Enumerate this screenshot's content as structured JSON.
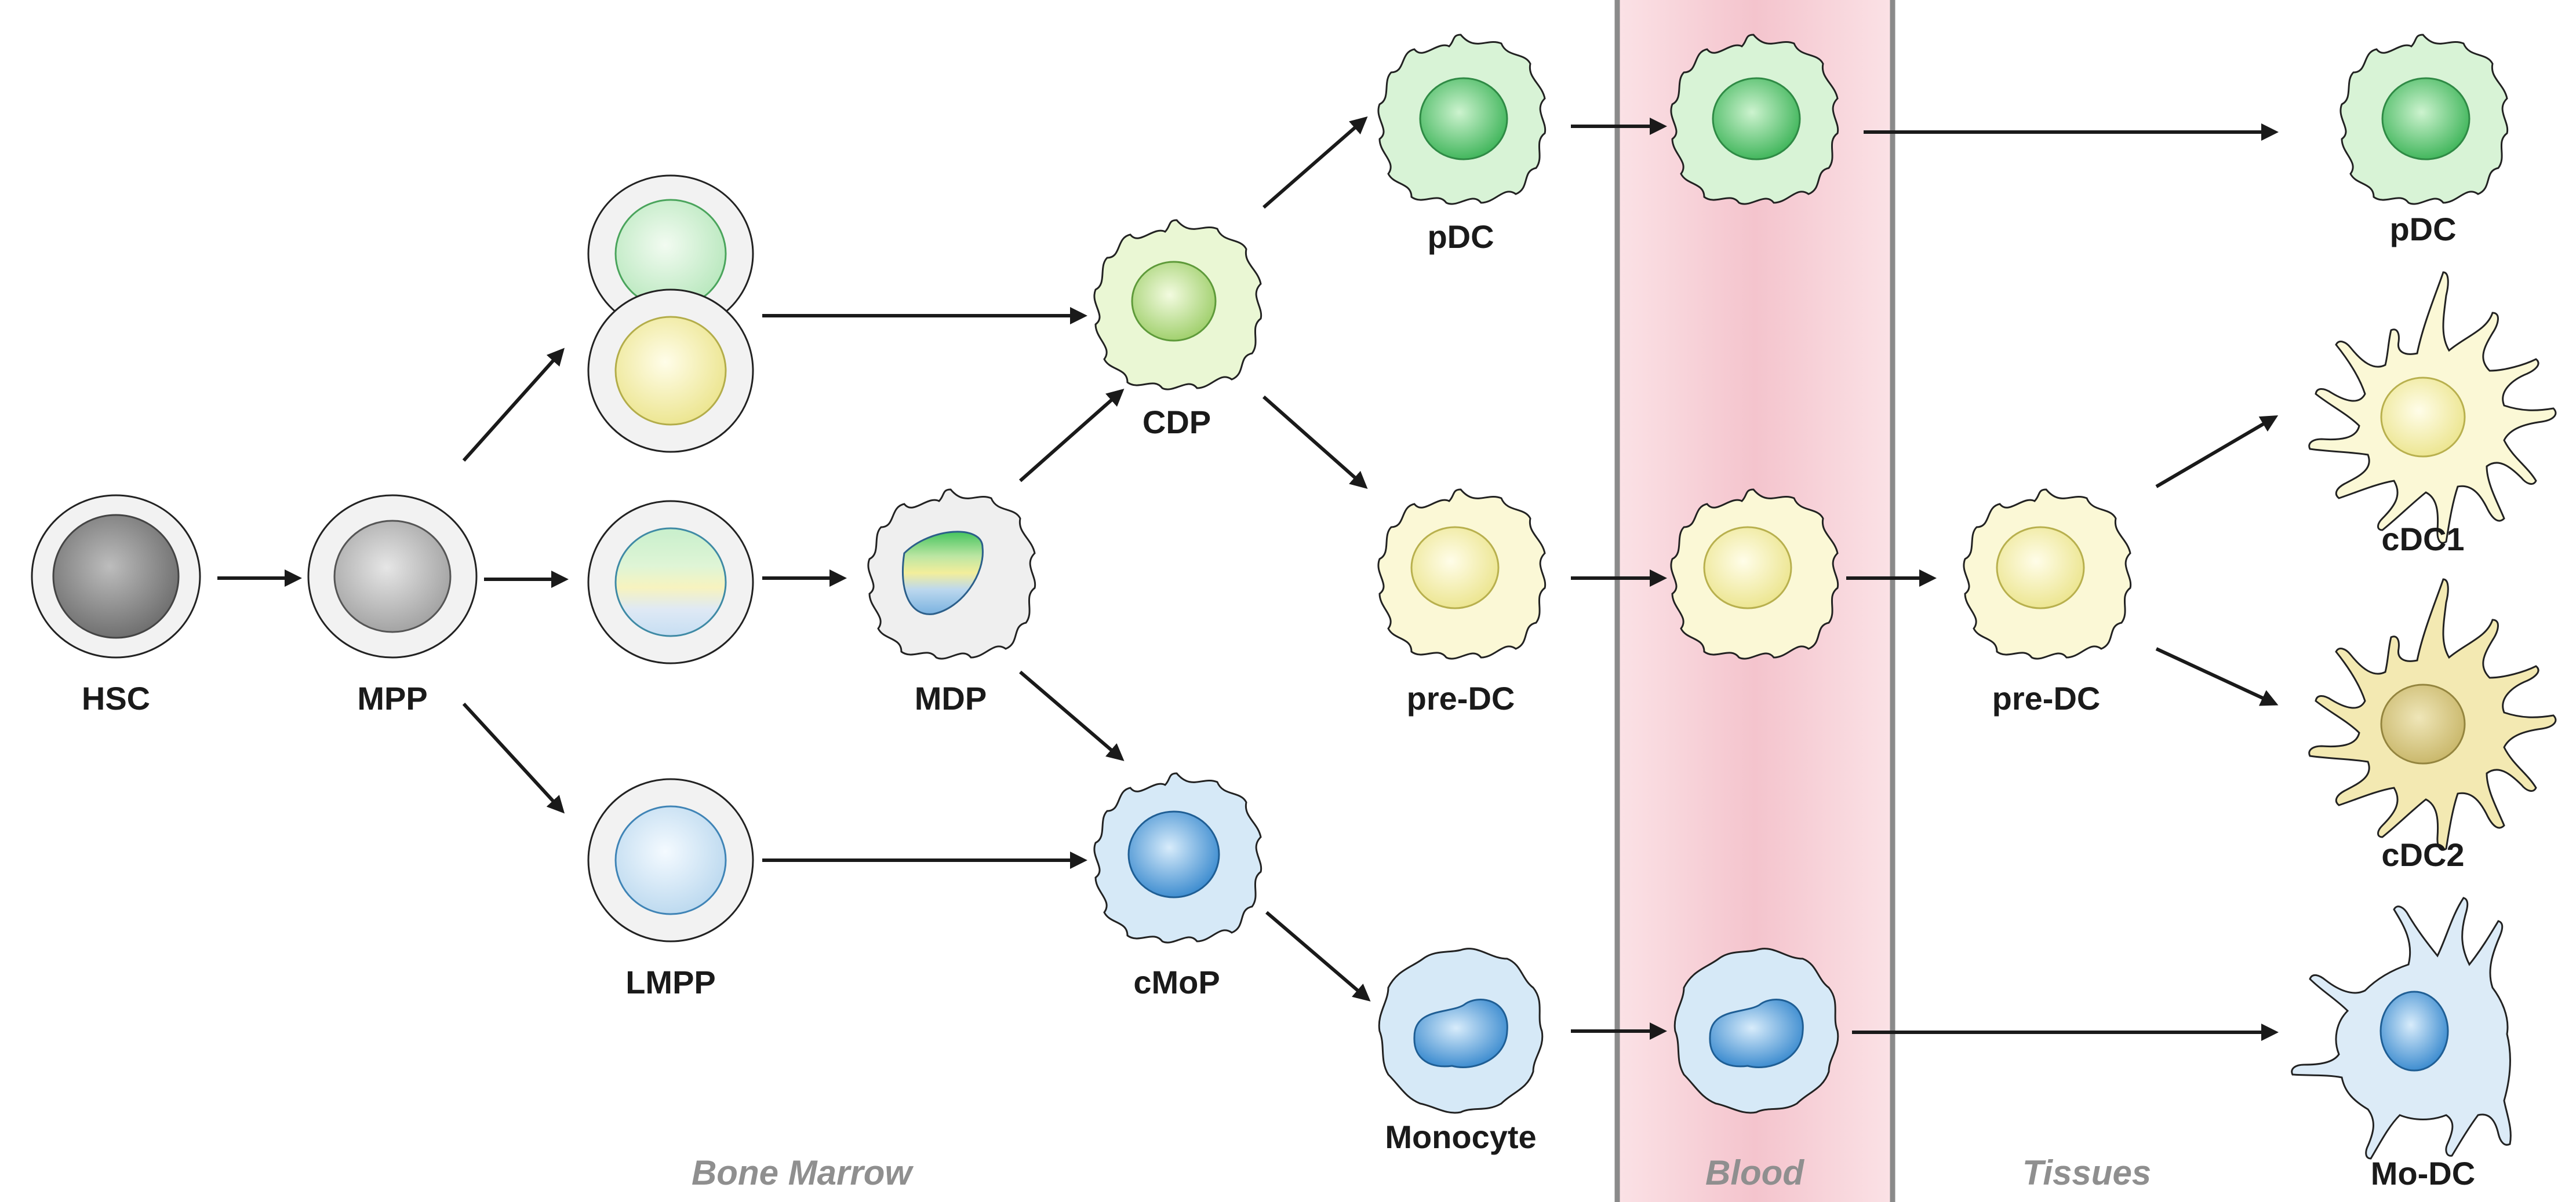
{
  "regions": {
    "bone_marrow": "Bone Marrow",
    "blood": "Blood",
    "tissues": "Tissues"
  },
  "labels": {
    "hsc": "HSC",
    "mpp": "MPP",
    "lmpp": "LMPP",
    "mdp": "MDP",
    "cdp": "CDP",
    "cmop": "cMoP",
    "pdc_marrow": "pDC",
    "pre_dc_marrow": "pre-DC",
    "monocyte": "Monocyte",
    "pre_dc_tissue": "pre-DC",
    "pdc_tissue": "pDC",
    "cdc1": "cDC1",
    "cdc2": "cDC2",
    "mo_dc": "Mo-DC"
  },
  "colors": {
    "blood_band": "#f7ccd4",
    "green_cell": "#dff5df",
    "green_nucleus": "#4fc46a",
    "yellow_cell": "#fbf8d7",
    "yellow_nucleus": "#f0ec9a",
    "blue_cell": "#dcebf7",
    "blue_nucleus": "#4a9ad6",
    "gray_nucleus": "#8a8a8a",
    "region_text": "#8f8f8f"
  }
}
